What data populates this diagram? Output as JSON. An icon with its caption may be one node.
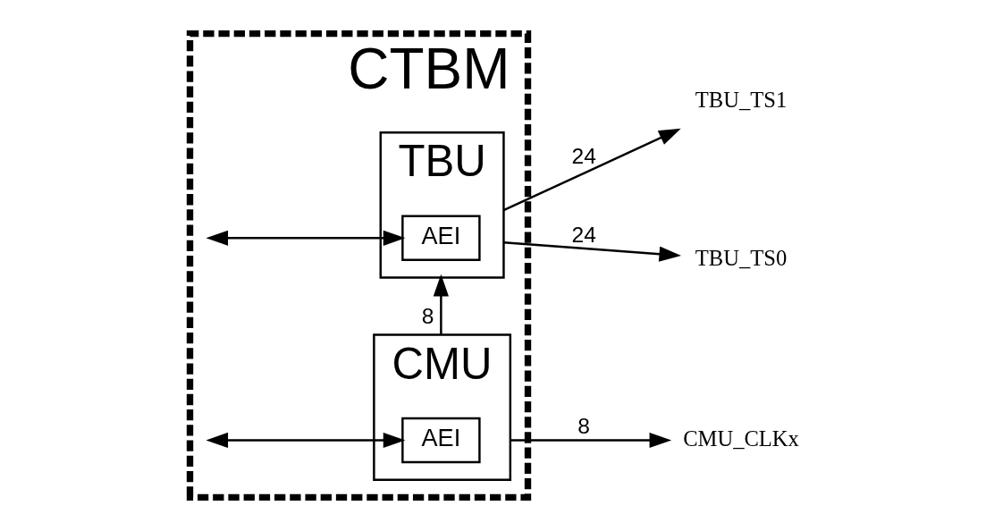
{
  "diagram": {
    "nodes": [
      {
        "text": [
          "CTBM"
        ]
      },
      {
        "text": [
          "TBU"
        ],
        "in": 0
      },
      {
        "text": [
          "AEI"
        ],
        "in": 1
      },
      {
        "text": [
          "CMU"
        ],
        "in": 0
      },
      {
        "text": [
          "AEI"
        ],
        "in": 3
      },
      {
        "text": [
          "CMU_CLKx"
        ]
      },
      {
        "text": [
          "TBU_TS1"
        ]
      },
      {
        "text": [
          "TBU_TS0"
        ]
      }
    ],
    "edges": [
      {
        "from": null,
        "to": 2,
        "arrow": "both"
      },
      {
        "from": null,
        "to": 4,
        "arrow": "both"
      },
      {
        "from": 3,
        "to": 1,
        "arrow": "to",
        "label": "8"
      },
      {
        "from": 3,
        "to": 5,
        "arrow": "to",
        "label": "8"
      },
      {
        "from": 1,
        "to": 6,
        "arrow": "to",
        "label": "24"
      },
      {
        "from": 1,
        "to": 7,
        "arrow": "to",
        "label": "24"
      }
    ]
  }
}
